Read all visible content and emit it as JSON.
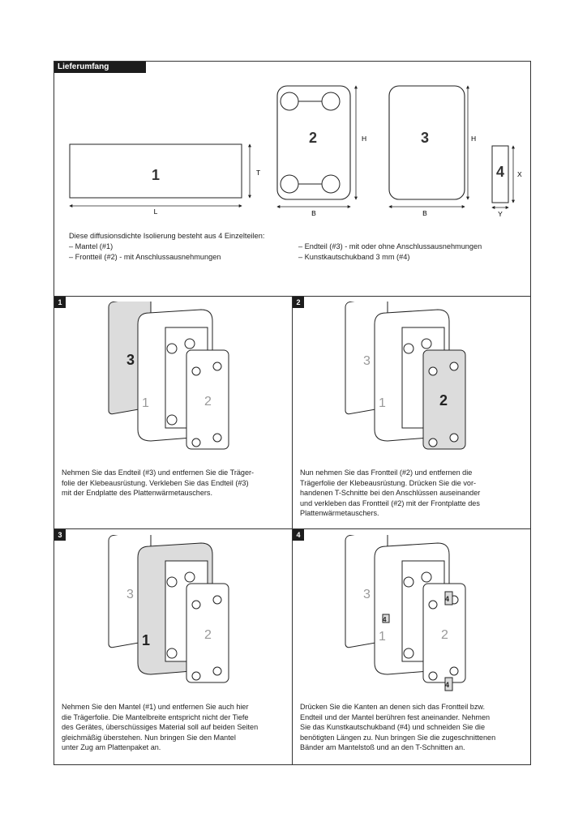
{
  "section": {
    "title": "Lieferumfang",
    "parts": [
      {
        "number": "1",
        "dims": [
          "L",
          "T"
        ]
      },
      {
        "number": "2",
        "dims": [
          "B",
          "H"
        ]
      },
      {
        "number": "3",
        "dims": [
          "B",
          "H"
        ]
      },
      {
        "number": "4",
        "dims": [
          "Y",
          "X"
        ]
      }
    ],
    "intro": "Diese diffusionsdichte Isolierung besteht aus 4 Einzelteilen:",
    "items_left": [
      "– Mantel (#1)",
      "– Frontteil (#2) - mit Anschlussausnehmungen"
    ],
    "items_right": [
      "– Endteil (#3) - mit oder ohne Anschlussausnehmungen",
      "– Kunstkautschukband 3 mm (#4)"
    ]
  },
  "steps": [
    {
      "number": "1",
      "lines": [
        "Nehmen Sie das Endteil (#3) und entfernen Sie die Träger-",
        "folie der Klebeausrüstung. Verkleben Sie das Endteil (#3)",
        "mit der Endplatte des Plattenwärmetauschers."
      ]
    },
    {
      "number": "2",
      "lines": [
        "Nun nehmen Sie das Frontteil (#2) und entfernen die",
        "Trägerfolie der Klebeausrüstung. Drücken Sie die vor-",
        "handenen T-Schnitte bei den Anschlüssen auseinander",
        "und verkleben das Frontteil (#2) mit der Frontplatte des",
        "Plattenwärmetauschers."
      ]
    },
    {
      "number": "3",
      "lines": [
        "Nehmen Sie den Mantel (#1) und entfernen Sie auch hier",
        "die Trägerfolie. Die Mantelbreite entspricht nicht der Tiefe",
        "des Gerätes, überschüssiges Material soll auf beiden Seiten",
        "gleichmäßig überstehen. Nun bringen Sie den Mantel",
        "unter Zug am Plattenpaket an."
      ]
    },
    {
      "number": "4",
      "lines": [
        "Drücken Sie die Kanten an denen sich das Frontteil bzw.",
        "Endteil und der Mantel berühren fest aneinander. Nehmen",
        "Sie das Kunstkautschukband (#4) und schneiden Sie die",
        "benötigten Längen zu. Nun bringen Sie die zugeschnittenen",
        "Bänder am Mantelstoß und an den T-Schnitten an."
      ]
    }
  ],
  "illustration_labels": {
    "end": "3",
    "shell": "1",
    "front": "2",
    "tape": "4"
  },
  "colors": {
    "highlight": "#dcdcdc",
    "dark": "#1c1c1c",
    "line": "#333333"
  }
}
